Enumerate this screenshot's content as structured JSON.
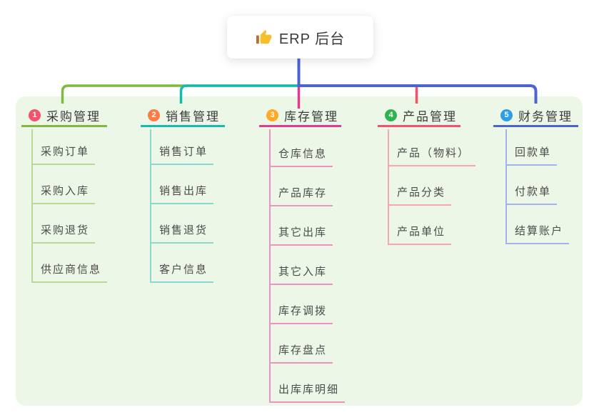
{
  "root": {
    "label": "ERP 后台",
    "icon": "thumbs-up-icon",
    "stem_color": "#4c64d3"
  },
  "colors": {
    "canvas_panel": "#ecf7e7",
    "title_icon_thumb": "#f5c02c",
    "title_icon_cuff": "#b5702c"
  },
  "branches": [
    {
      "index": "1",
      "label": "采购管理",
      "circle_color": "#f4516c",
      "line_color": "#7dba3f",
      "light_color": "#b7db94",
      "children": [
        "采购订单",
        "采购入库",
        "采购退货",
        "供应商信息"
      ]
    },
    {
      "index": "2",
      "label": "销售管理",
      "circle_color": "#fb7c46",
      "line_color": "#15bcae",
      "light_color": "#8bd8d0",
      "children": [
        "销售订单",
        "销售出库",
        "销售退货",
        "客户信息"
      ]
    },
    {
      "index": "3",
      "label": "库存管理",
      "circle_color": "#feaa26",
      "line_color": "#e13a8e",
      "light_color": "#ef92c2",
      "children": [
        "仓库信息",
        "产品库存",
        "其它出库",
        "其它入库",
        "库存调拨",
        "库存盘点",
        "出库库明细"
      ]
    },
    {
      "index": "4",
      "label": "产品管理",
      "circle_color": "#2fb350",
      "line_color": "#f4516c",
      "light_color": "#f9a6ad",
      "children": [
        "产品（物料）",
        "产品分类",
        "产品单位"
      ]
    },
    {
      "index": "5",
      "label": "财务管理",
      "circle_color": "#2e9fe6",
      "line_color": "#4c64d3",
      "light_color": "#a2b2ea",
      "children": [
        "回款单",
        "付款单",
        "结算账户"
      ]
    }
  ]
}
